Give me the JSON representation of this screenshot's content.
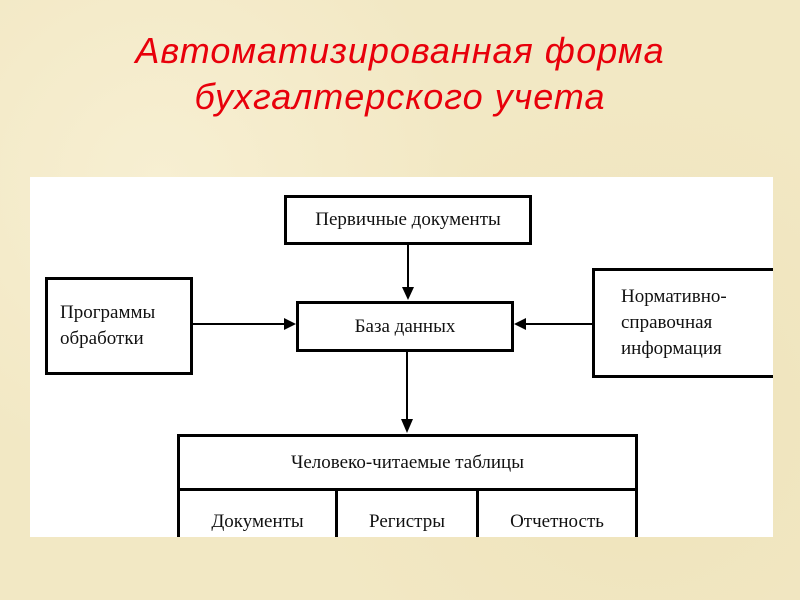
{
  "title": {
    "line1": "Автоматизированная форма",
    "line2": "бухгалтерского учета"
  },
  "diagram": {
    "primary_docs": "Первичные документы",
    "programs": {
      "line1": "Программы",
      "line2": "обработки"
    },
    "database": "База данных",
    "reference": {
      "line1": "Нормативно-",
      "line2": "справочная",
      "line3": "информация"
    },
    "tables": {
      "header": "Человеко-читаемые таблицы",
      "columns": [
        "Документы",
        "Регистры",
        "Отчетность"
      ]
    }
  }
}
